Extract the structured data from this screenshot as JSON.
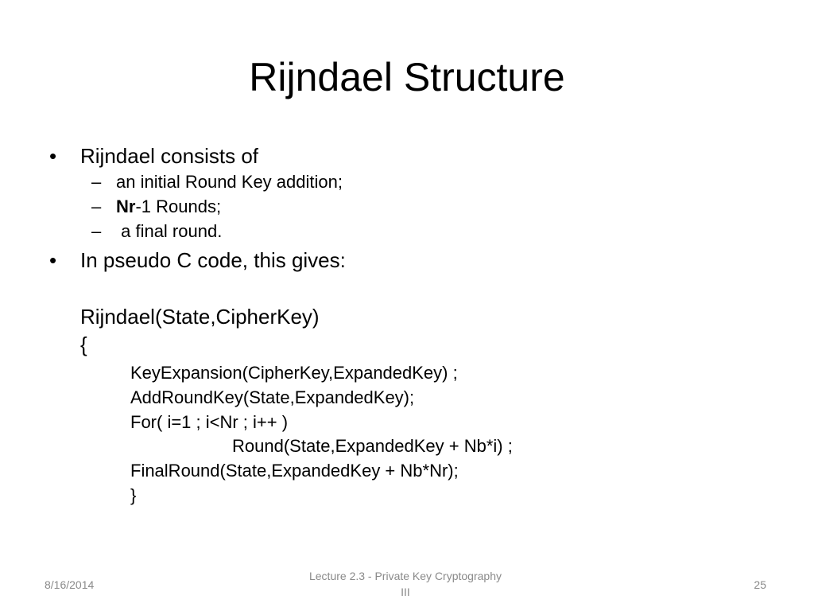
{
  "slide": {
    "title": "Rijndael Structure",
    "bullet_glyph": "•",
    "dash_glyph": "–",
    "bullet1": "Rijndael consists of",
    "sub1": "an initial Round Key addition;",
    "sub2_bold": "Nr",
    "sub2_rest": "-1 Rounds;",
    "sub3": " a final round.",
    "bullet2": "In pseudo C code, this gives:",
    "code": {
      "line1": "Rijndael(State,CipherKey)",
      "line2": "{",
      "line3": "KeyExpansion(CipherKey,ExpandedKey) ;",
      "line4": "AddRoundKey(State,ExpandedKey);",
      "line5": "For( i=1 ; i<Nr ; i++ )",
      "line6": "Round(State,ExpandedKey + Nb*i) ;",
      "line7": "FinalRound(State,ExpandedKey + Nb*Nr);",
      "line8": "}"
    }
  },
  "footer": {
    "date": "8/16/2014",
    "lecture_line1": "Lecture 2.3 - Private Key Cryptography",
    "lecture_line2": "III",
    "page_number": "25"
  }
}
